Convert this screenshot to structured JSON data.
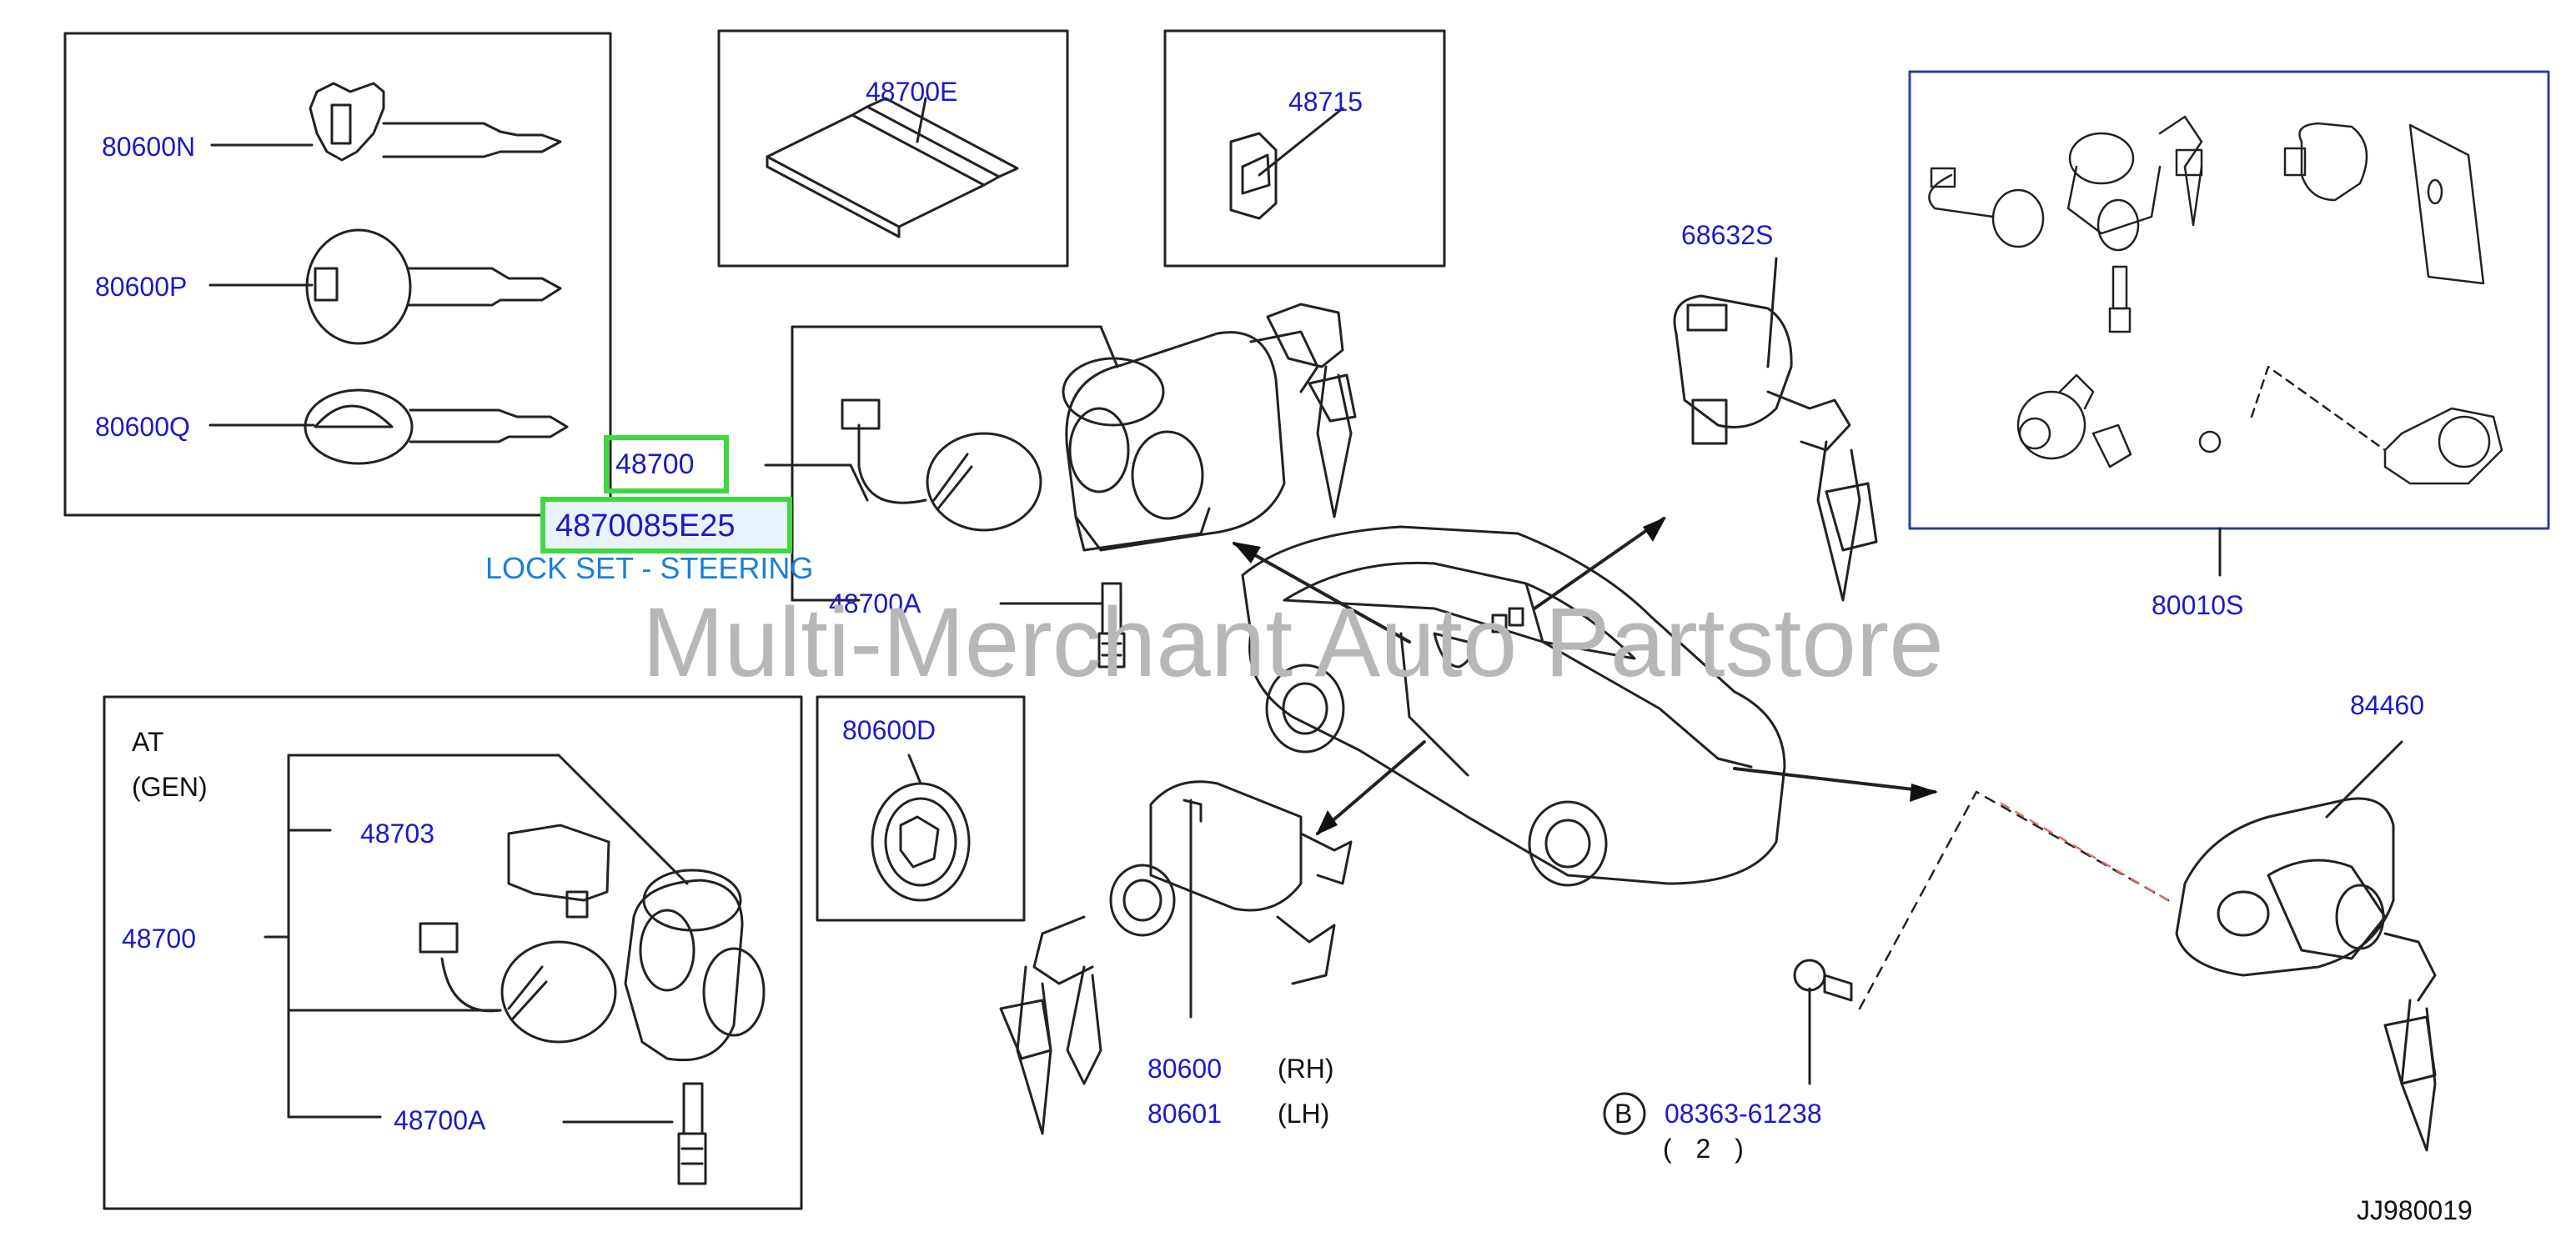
{
  "watermark": "Multi-Merchant Auto Partstore",
  "diagram_code": "JJ980019",
  "highlight": {
    "part_no": "48700",
    "alt_part_no": "4870085E25",
    "description": "LOCK SET - STEERING"
  },
  "keys_box": {
    "parts": [
      "80600N",
      "80600P",
      "80600Q"
    ]
  },
  "seal_box": {
    "part": "48700E"
  },
  "cap_box": {
    "part": "48715"
  },
  "steering_lock": {
    "sub_part": "48700A"
  },
  "glove_lock": {
    "part": "68632S"
  },
  "lock_set_box": {
    "part": "80010S"
  },
  "door_cyl_ring": {
    "part": "80600D"
  },
  "door_lock": {
    "parts": [
      {
        "no": "80600",
        "side": "(RH)"
      },
      {
        "no": "80601",
        "side": "(LH)"
      }
    ]
  },
  "trunk_lock": {
    "part": "84460"
  },
  "bolt": {
    "symbol": "B",
    "part": "08363-61238",
    "qty": "( 2 )"
  },
  "at_box": {
    "title_line1": "AT",
    "title_line2": "(GEN)",
    "parts": [
      "48703",
      "48700",
      "48700A"
    ]
  },
  "colors": {
    "label": "#1a1ac8",
    "highlight_border": "#3ed93e",
    "description": "#1a7fd6"
  }
}
